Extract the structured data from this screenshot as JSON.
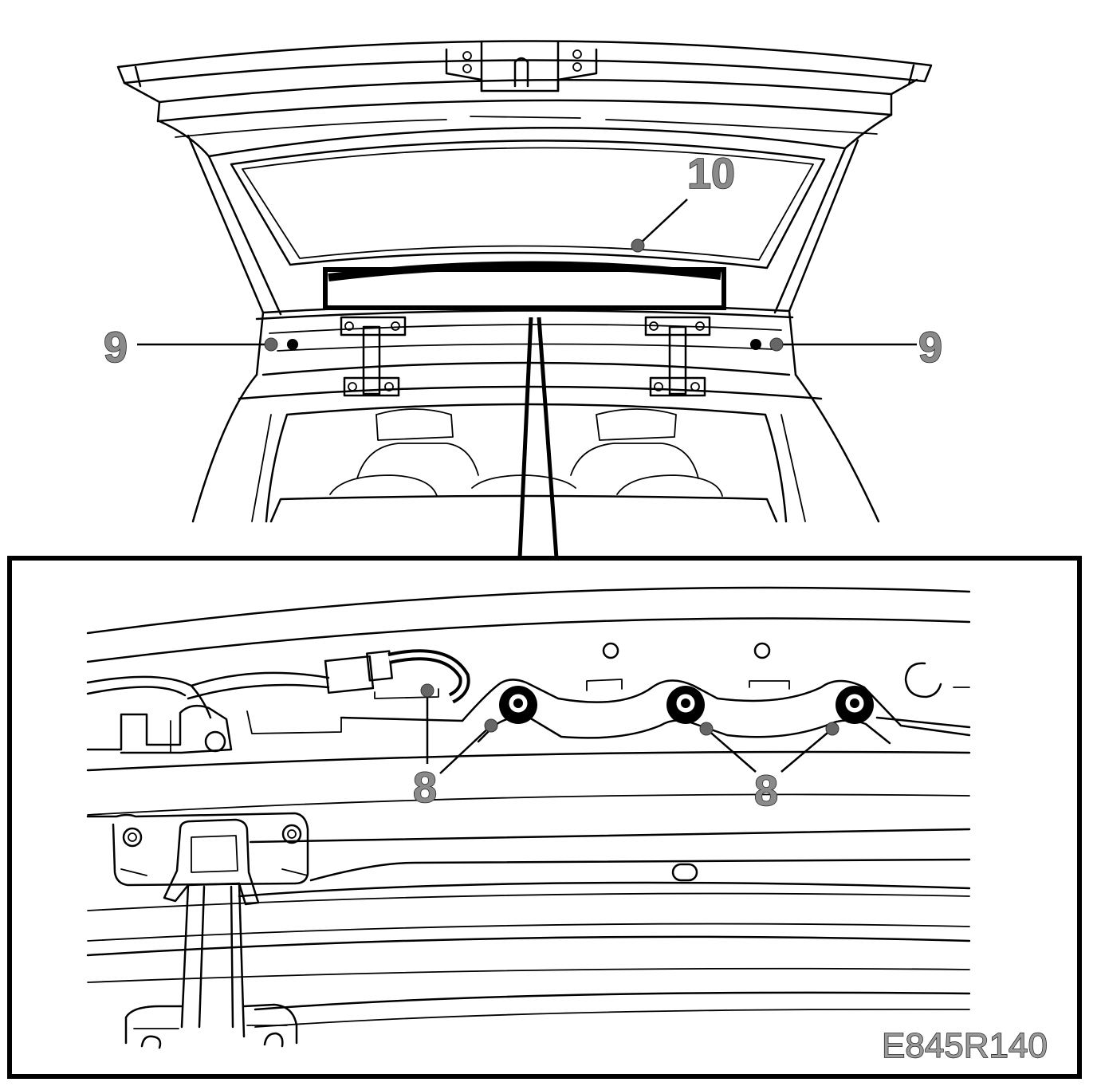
{
  "callouts": {
    "glass": "10",
    "hinge_left": "9",
    "hinge_right": "9",
    "clips_left": "8",
    "clips_right": "8"
  },
  "figure_code": "E845R140"
}
